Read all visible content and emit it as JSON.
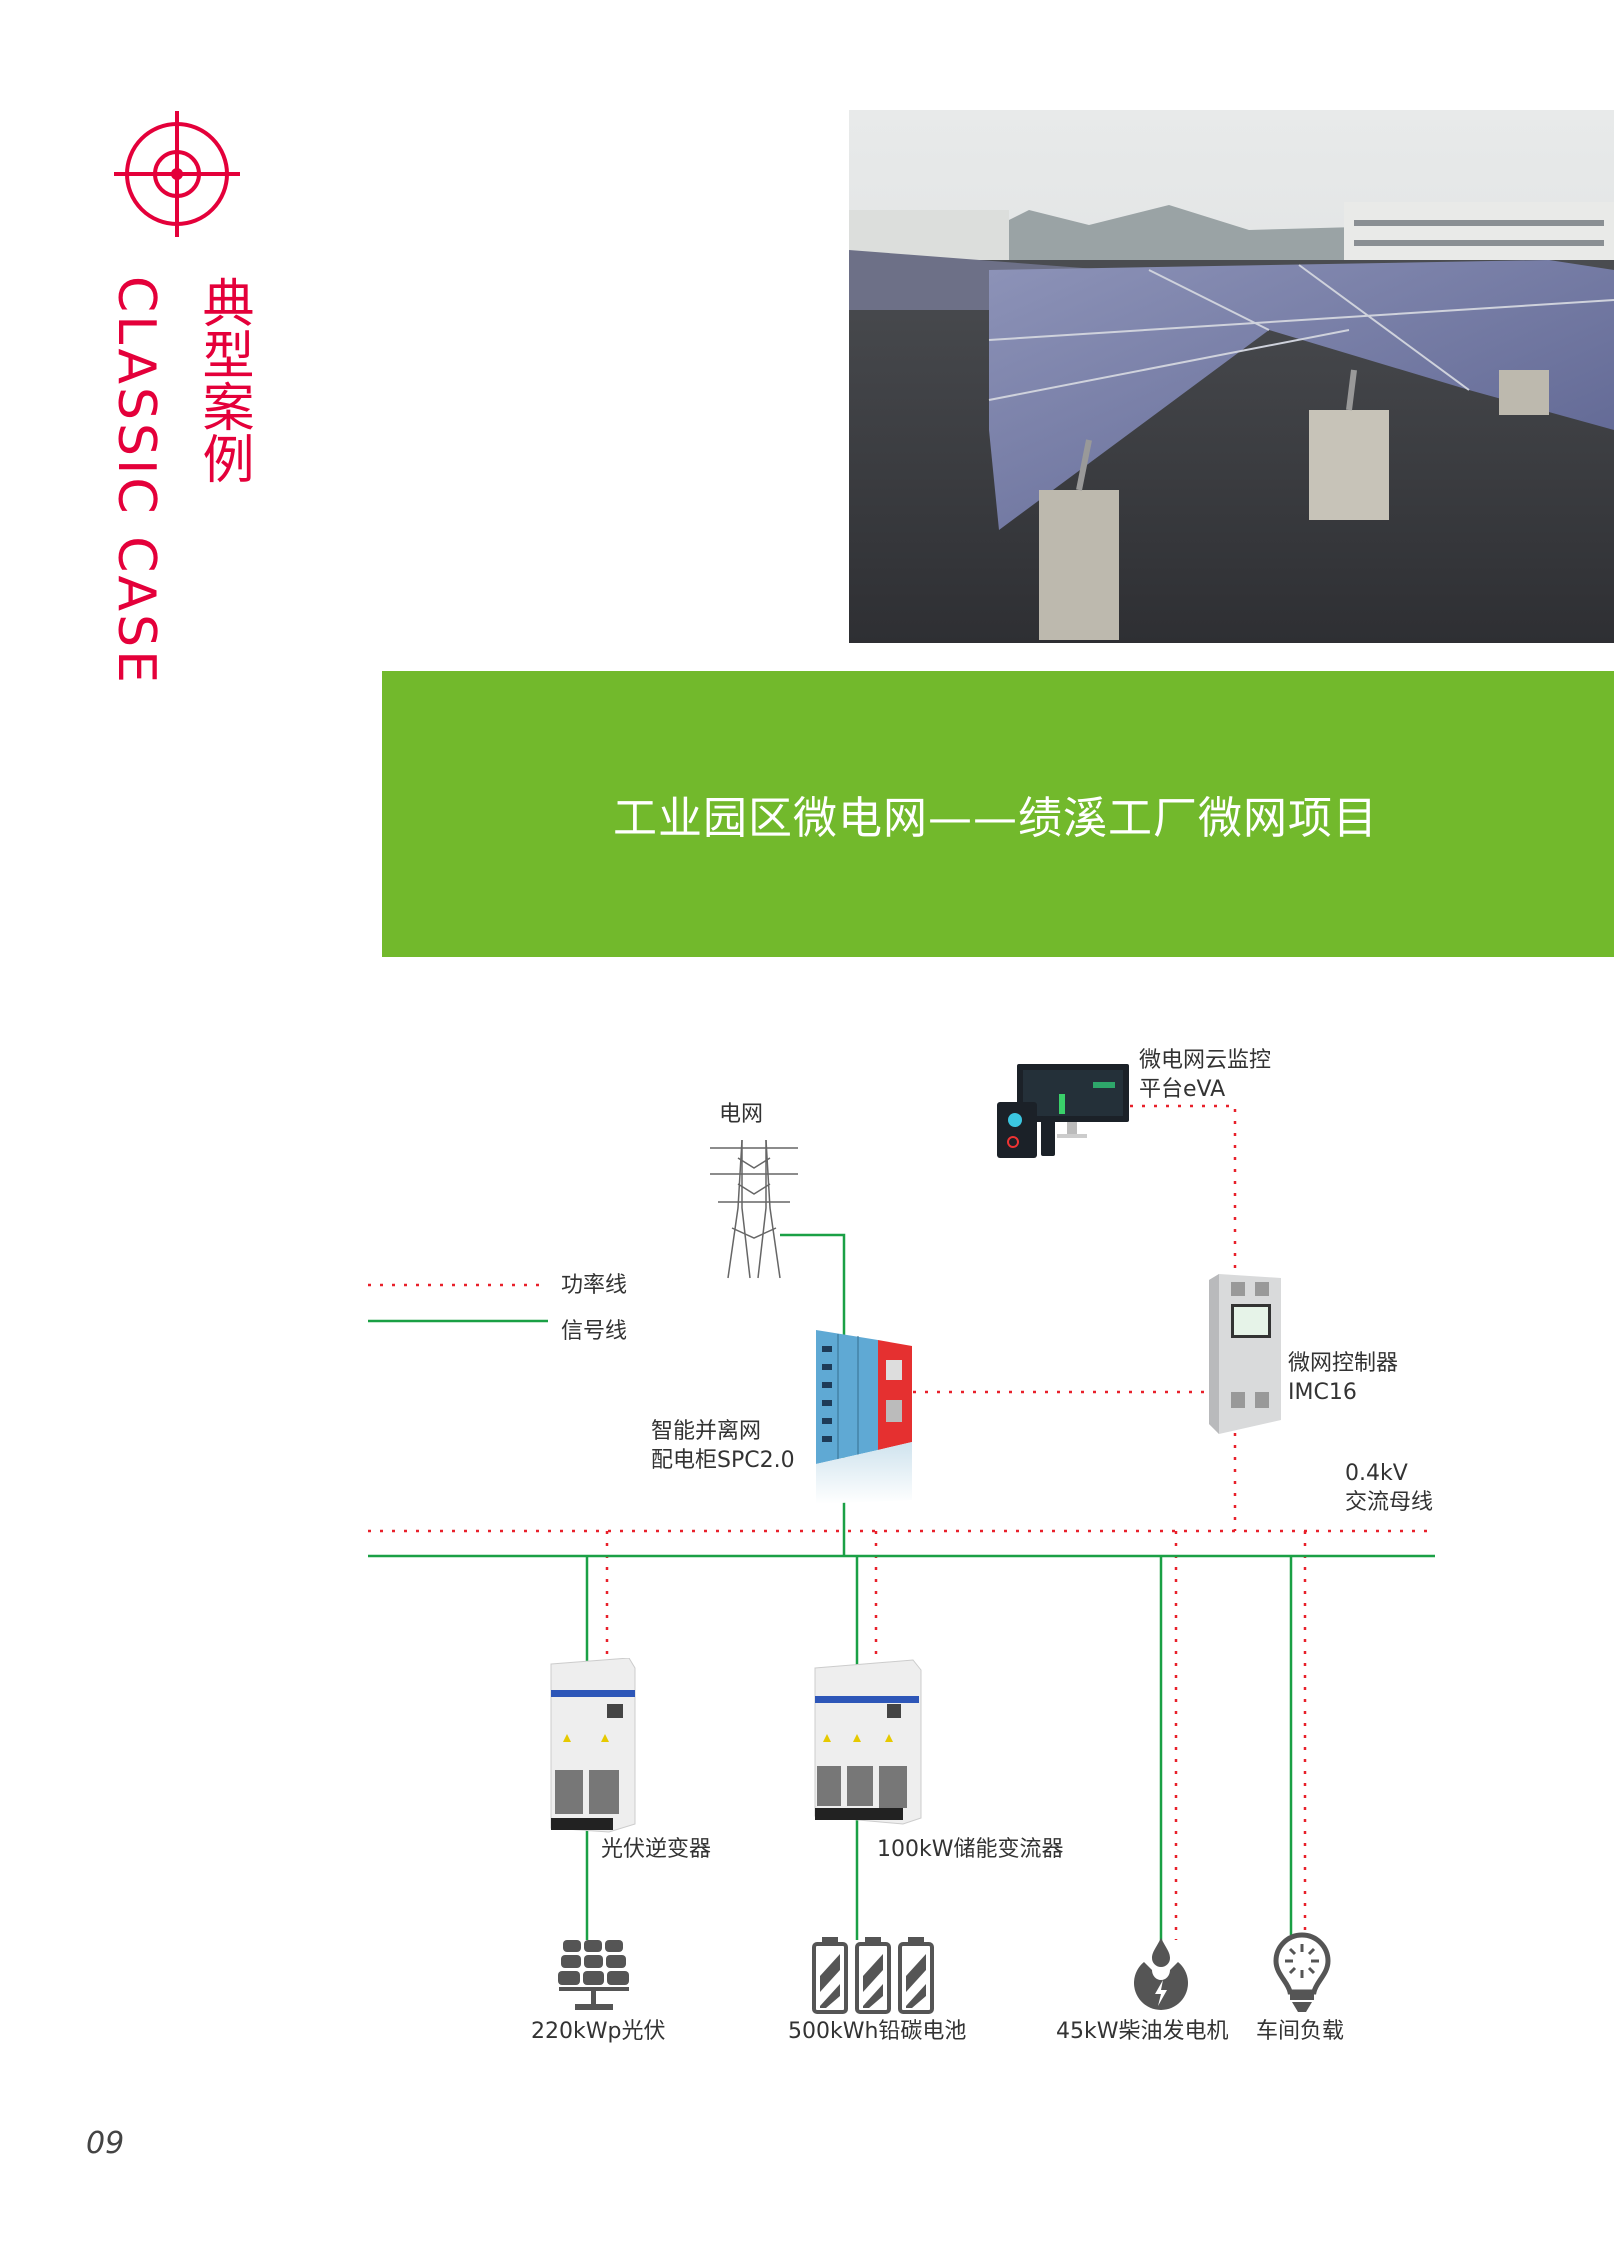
{
  "header": {
    "title_cn": "典型案例",
    "title_en": "CLASSIC CASE",
    "accent_color": "#e4003a",
    "icon": "target-icon"
  },
  "banner": {
    "title": "工业园区微电网——绩溪工厂微网项目",
    "color": "#72b92c"
  },
  "diagram": {
    "legend": {
      "power_line": "功率线",
      "signal_line": "信号线"
    },
    "grid": "电网",
    "cloud_platform": [
      "微电网云监控",
      "平台eVA"
    ],
    "switch_cabinet": [
      "智能并离网",
      "配电柜SPC2.0"
    ],
    "controller": [
      "微网控制器",
      "IMC16"
    ],
    "bus": [
      "0.4kV",
      "交流母线"
    ],
    "pv_inverter": "光伏逆变器",
    "pcs": "100kW储能变流器",
    "pv": "220kWp光伏",
    "battery": "500kWh铅碳电池",
    "generator": "45kW柴油发电机",
    "load": "车间负载",
    "power_color": "#e8202a",
    "signal_color": "#1aa045"
  },
  "page_number": "09"
}
